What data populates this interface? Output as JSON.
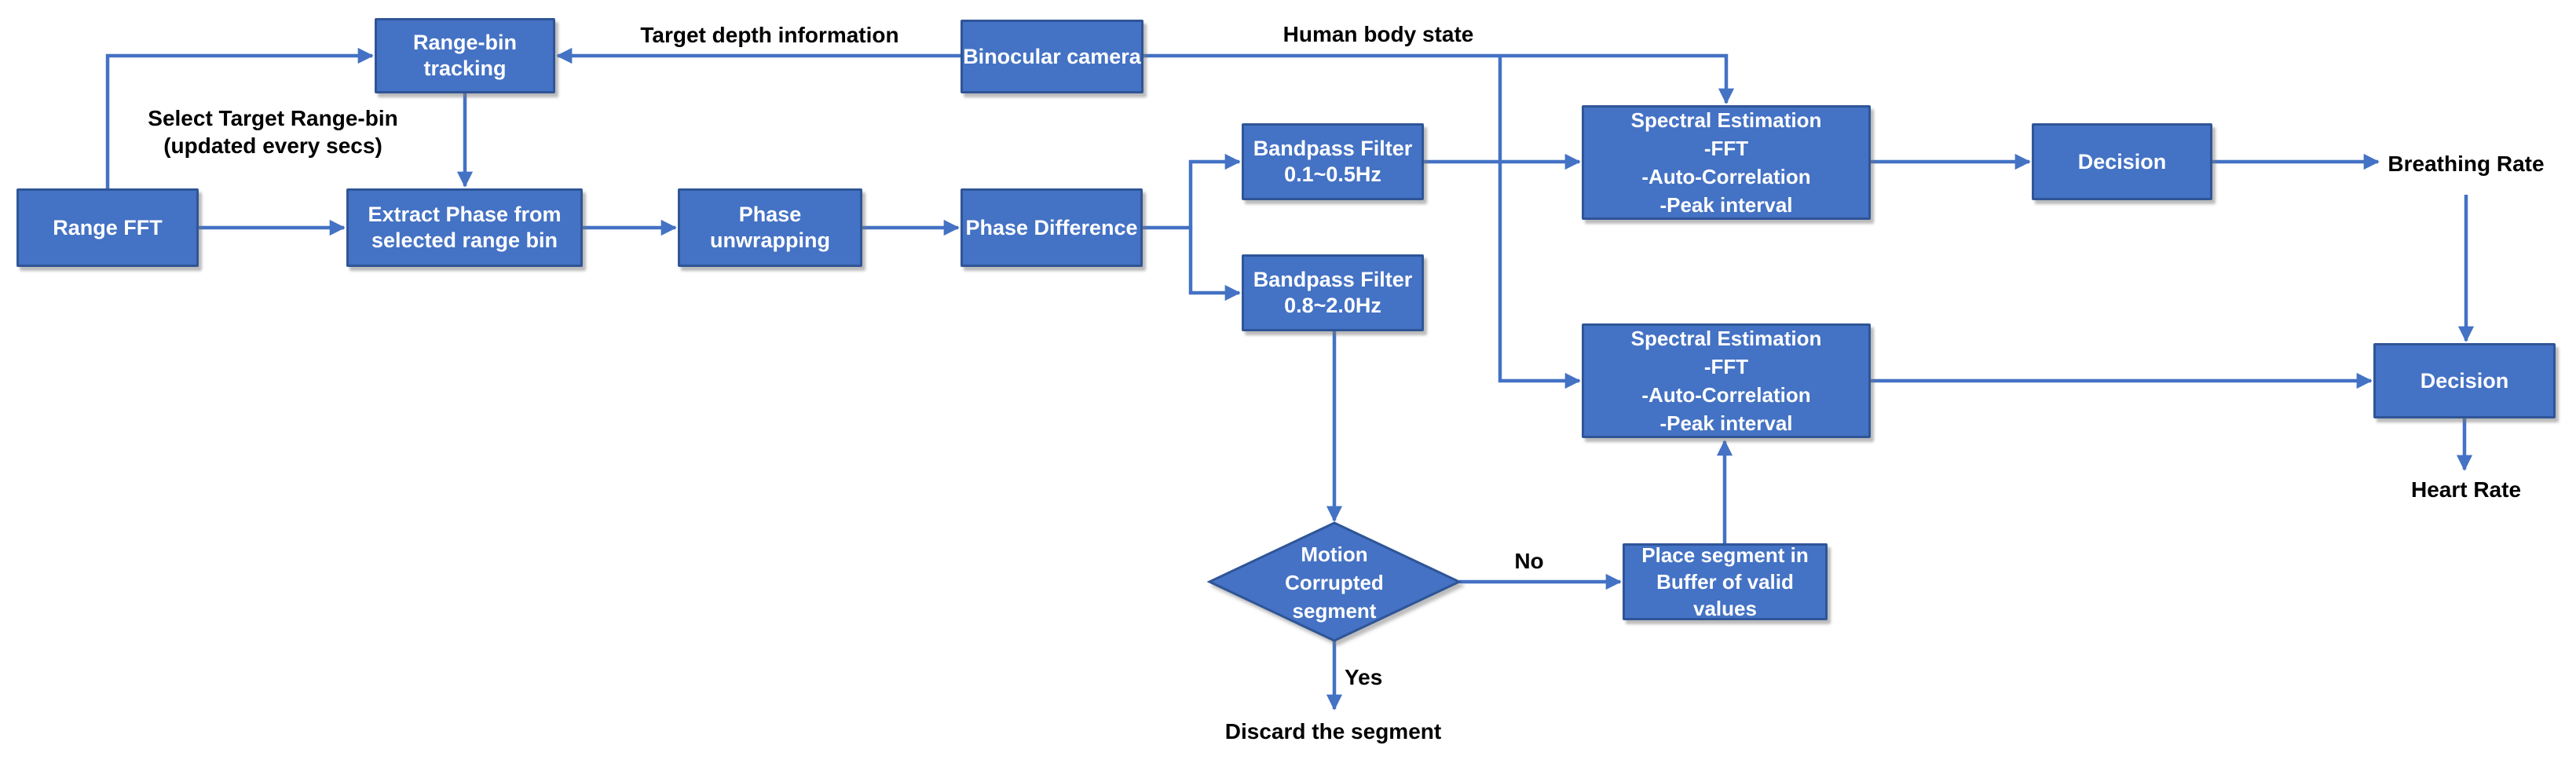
{
  "diagram": {
    "nodes": {
      "range_fft": "Range FFT",
      "range_bin_tracking": "Range-bin\ntracking",
      "binocular_camera": "Binocular camera",
      "extract_phase": "Extract Phase from\nselected range bin",
      "phase_unwrapping": "Phase\nunwrapping",
      "phase_difference": "Phase Difference",
      "bandpass_breathing": "Bandpass Filter\n0.1~0.5Hz",
      "bandpass_heart": "Bandpass Filter\n0.8~2.0Hz",
      "spectral_breathing": "Spectral Estimation\n-FFT\n-Auto-Correlation\n-Peak interval",
      "spectral_heart": "Spectral Estimation\n-FFT\n-Auto-Correlation\n-Peak interval",
      "decision_breathing": "Decision",
      "decision_heart": "Decision",
      "motion_corrupted": "Motion\nCorrupted\nsegment",
      "place_segment": "Place segment in\nBuffer of valid values"
    },
    "labels": {
      "select_target": "Select Target Range-bin\n(updated every secs)",
      "target_depth": "Target depth information",
      "human_body_state": "Human body state",
      "breathing_rate": "Breathing Rate",
      "heart_rate": "Heart Rate",
      "no": "No",
      "yes": "Yes",
      "discard": "Discard the segment"
    },
    "colors": {
      "node_fill": "#4472C4",
      "node_border": "#2F5597",
      "connector": "#4472C4",
      "node_text": "#FFFFFF",
      "label_text": "#000000",
      "background": "#FFFFFF"
    }
  }
}
